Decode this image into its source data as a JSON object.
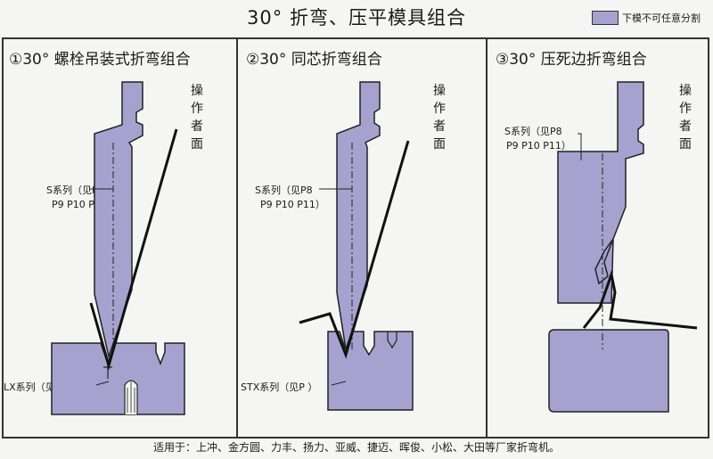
{
  "title": "30° 折弯、压平模具组合",
  "legend": {
    "text": "下模不可任意分割",
    "swatch_color": "#a6a2cf"
  },
  "panels": [
    {
      "title": "①30° 螺栓吊装式折弯组合",
      "operator_side": "操作者面",
      "upper_label": [
        "S系列（见P8",
        "P9 P10 P11）"
      ],
      "lower_label": "LX系列（见P7）"
    },
    {
      "title": "②30° 同芯折弯组合",
      "operator_side": "操作者面",
      "upper_label": [
        "S系列（见P8",
        "P9 P10 P11）"
      ],
      "lower_label": "STX系列（见P ）"
    },
    {
      "title": "③30° 压死边折弯组合",
      "operator_side": "操作者面",
      "upper_label": [
        "S系列（见P8",
        "P9 P10 P11）"
      ]
    }
  ],
  "footer": "适用于：上冲、金方圆、力丰、扬力、亚威、捷迈、晖俊、小松、大田等厂家折弯机。"
}
